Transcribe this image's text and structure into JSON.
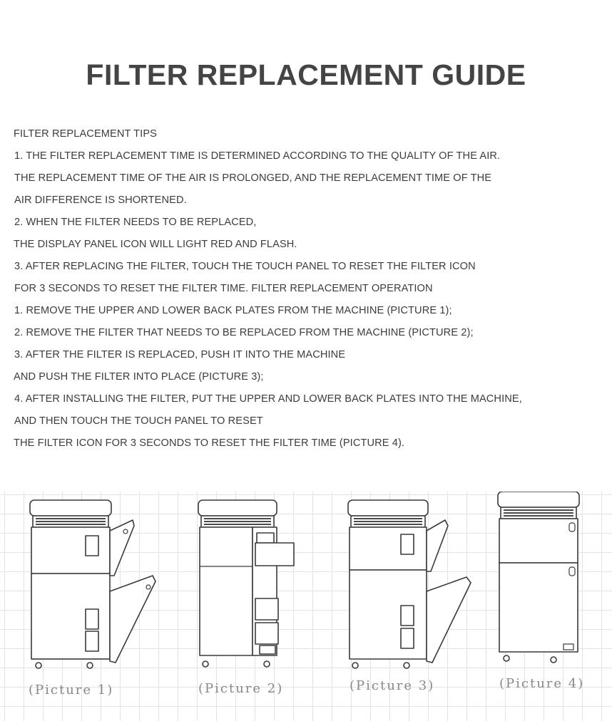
{
  "title": "FILTER REPLACEMENT GUIDE",
  "tips": {
    "lines": [
      "FILTER REPLACEMENT TIPS",
      " 1. THE FILTER REPLACEMENT TIME IS DETERMINED ACCORDING TO THE QUALITY OF THE AIR.",
      " THE REPLACEMENT TIME OF THE AIR IS PROLONGED, AND THE REPLACEMENT TIME OF THE",
      " AIR DIFFERENCE IS SHORTENED.",
      " 2. WHEN THE FILTER NEEDS TO BE REPLACED,",
      "THE DISPLAY PANEL ICON WILL LIGHT RED AND FLASH.",
      " 3. AFTER REPLACING THE FILTER, TOUCH THE TOUCH PANEL TO RESET THE FILTER ICON",
      " FOR 3 SECONDS TO RESET THE FILTER TIME. FILTER REPLACEMENT OPERATION",
      " 1. REMOVE THE UPPER AND LOWER BACK PLATES FROM THE MACHINE (PICTURE 1);",
      " 2. REMOVE THE FILTER THAT NEEDS TO BE REPLACED FROM THE MACHINE (PICTURE 2);",
      " 3. AFTER THE FILTER IS REPLACED, PUSH IT INTO THE MACHINE",
      "AND PUSH THE FILTER INTO PLACE (PICTURE 3);",
      " 4. AFTER INSTALLING THE FILTER, PUT THE UPPER AND LOWER BACK PLATES INTO THE MACHINE,",
      " AND THEN TOUCH THE TOUCH PANEL TO RESET",
      "THE FILTER ICON FOR 3 SECONDS TO RESET THE FILTER TIME (PICTURE 4)."
    ]
  },
  "pictures": [
    {
      "caption": "(Picture 1)",
      "icon": "purifier-back-plates-open-icon"
    },
    {
      "caption": "(Picture 2)",
      "icon": "purifier-filter-removed-icon"
    },
    {
      "caption": "(Picture 3)",
      "icon": "purifier-filter-inserted-icon"
    },
    {
      "caption": "(Picture 4)",
      "icon": "purifier-closed-icon"
    }
  ]
}
